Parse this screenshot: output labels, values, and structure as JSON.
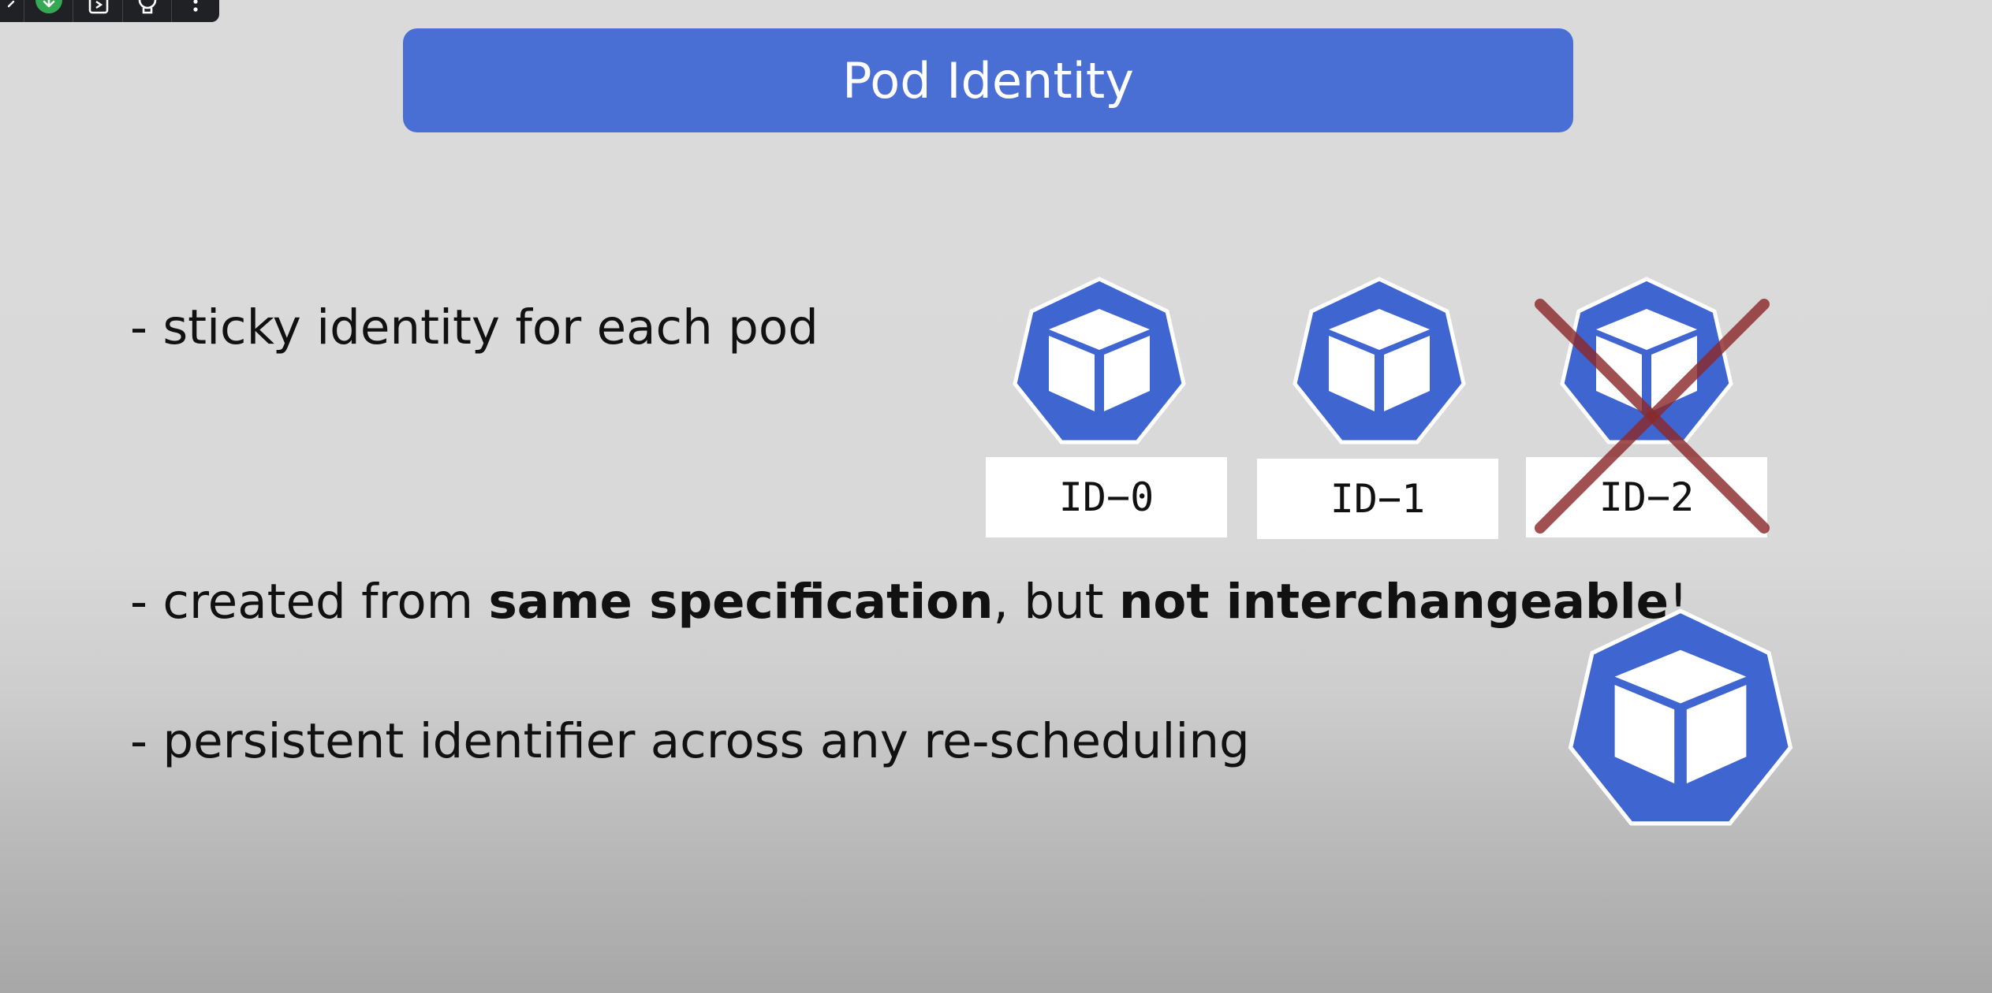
{
  "toolbar": {
    "icons": [
      "back-arrow-icon",
      "download-icon",
      "screenshot-icon",
      "lightbulb-icon",
      "more-vertical-icon"
    ]
  },
  "slide": {
    "title": "Pod Identity",
    "bullet1": "- sticky identity for each pod",
    "bullet2": {
      "prefix": "- created from ",
      "bold1": "same specification",
      "middle": ", but ",
      "bold2": "not interchangeable",
      "suffix": "!"
    },
    "bullet3": "- persistent identifier across any re-scheduling",
    "pods": [
      {
        "id_label": "ID−0"
      },
      {
        "id_label": "ID−1"
      },
      {
        "id_label": "ID−2",
        "crossed_out": true
      }
    ]
  },
  "colors": {
    "title_bg": "#4a6fd4",
    "pod_blue": "#3f65d1",
    "cross_red": "#8b2a2a",
    "toolbar_bg": "#202124",
    "download_green": "#34a853"
  }
}
